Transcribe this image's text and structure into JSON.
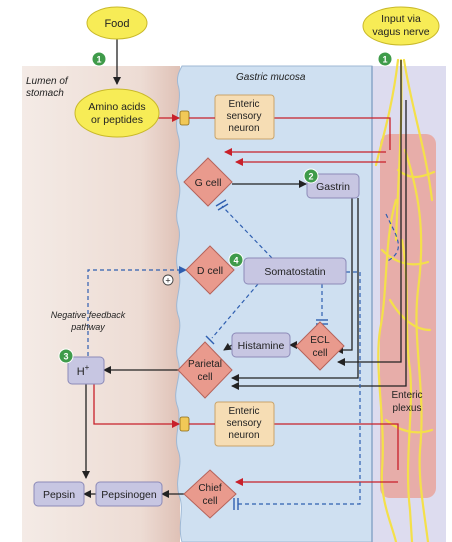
{
  "regions": {
    "lumen": [
      "Lumen of",
      "stomach"
    ],
    "mucosa": "Gastric mucosa",
    "plexus": [
      "Enteric",
      "plexus"
    ]
  },
  "stimuli": {
    "food": "Food",
    "vagus": [
      "Input via",
      "vagus nerve"
    ],
    "amino": [
      "Amino acids",
      "or peptides"
    ]
  },
  "steps": {
    "one": "1",
    "two": "2",
    "three": "3",
    "four": "4"
  },
  "cells": {
    "enteric_top": [
      "Enteric",
      "sensory",
      "neuron"
    ],
    "enteric_bottom": [
      "Enteric",
      "sensory",
      "neuron"
    ],
    "g_cell": "G cell",
    "d_cell": "D cell",
    "ecl_cell": [
      "ECL",
      "cell"
    ],
    "parietal_cell": [
      "Parietal",
      "cell"
    ],
    "chief_cell": [
      "Chief",
      "cell"
    ]
  },
  "secretions": {
    "gastrin": "Gastrin",
    "somatostatin": "Somatostatin",
    "histamine": "Histamine",
    "hplus": "H",
    "hplus_sup": "+",
    "pepsinogen": "Pepsinogen",
    "pepsin": "Pepsin"
  },
  "feedback": {
    "label": [
      "Negative feedback",
      "pathway"
    ],
    "plus": "+"
  },
  "colors": {
    "lumen_fill": "#efe3dd",
    "mucosa_fill": "#cfe0f1",
    "plexus_fill": "#dddcef",
    "cell_diamond": "#e99a8d",
    "secretion_box": "#c7c6e2",
    "neuron_box": "#f6ddb4",
    "stimulus_oval": "#f7ec56",
    "step_circle": "#3f9b4a",
    "nerve": "#f4e04a",
    "red_path": "#c8202a",
    "inhibit_path": "#2f5fb0"
  }
}
